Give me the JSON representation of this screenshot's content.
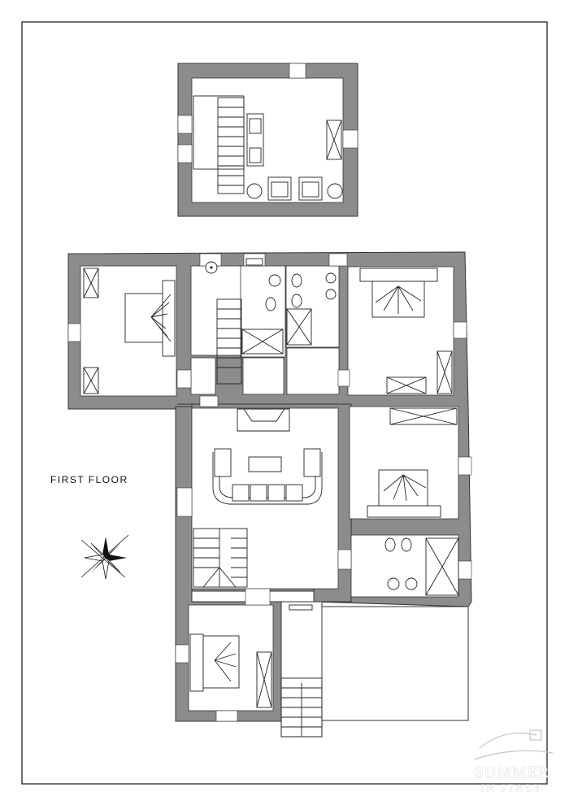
{
  "title": "FIRST FLOOR",
  "watermark": {
    "line1": "SUMMER",
    "line2": "IN ITALY",
    "graphic": "villa-hills-logo"
  },
  "colors": {
    "wall": "#8c8c8c",
    "line": "#222222",
    "background": "#ffffff"
  },
  "icons": [
    "compass-rose-icon"
  ]
}
